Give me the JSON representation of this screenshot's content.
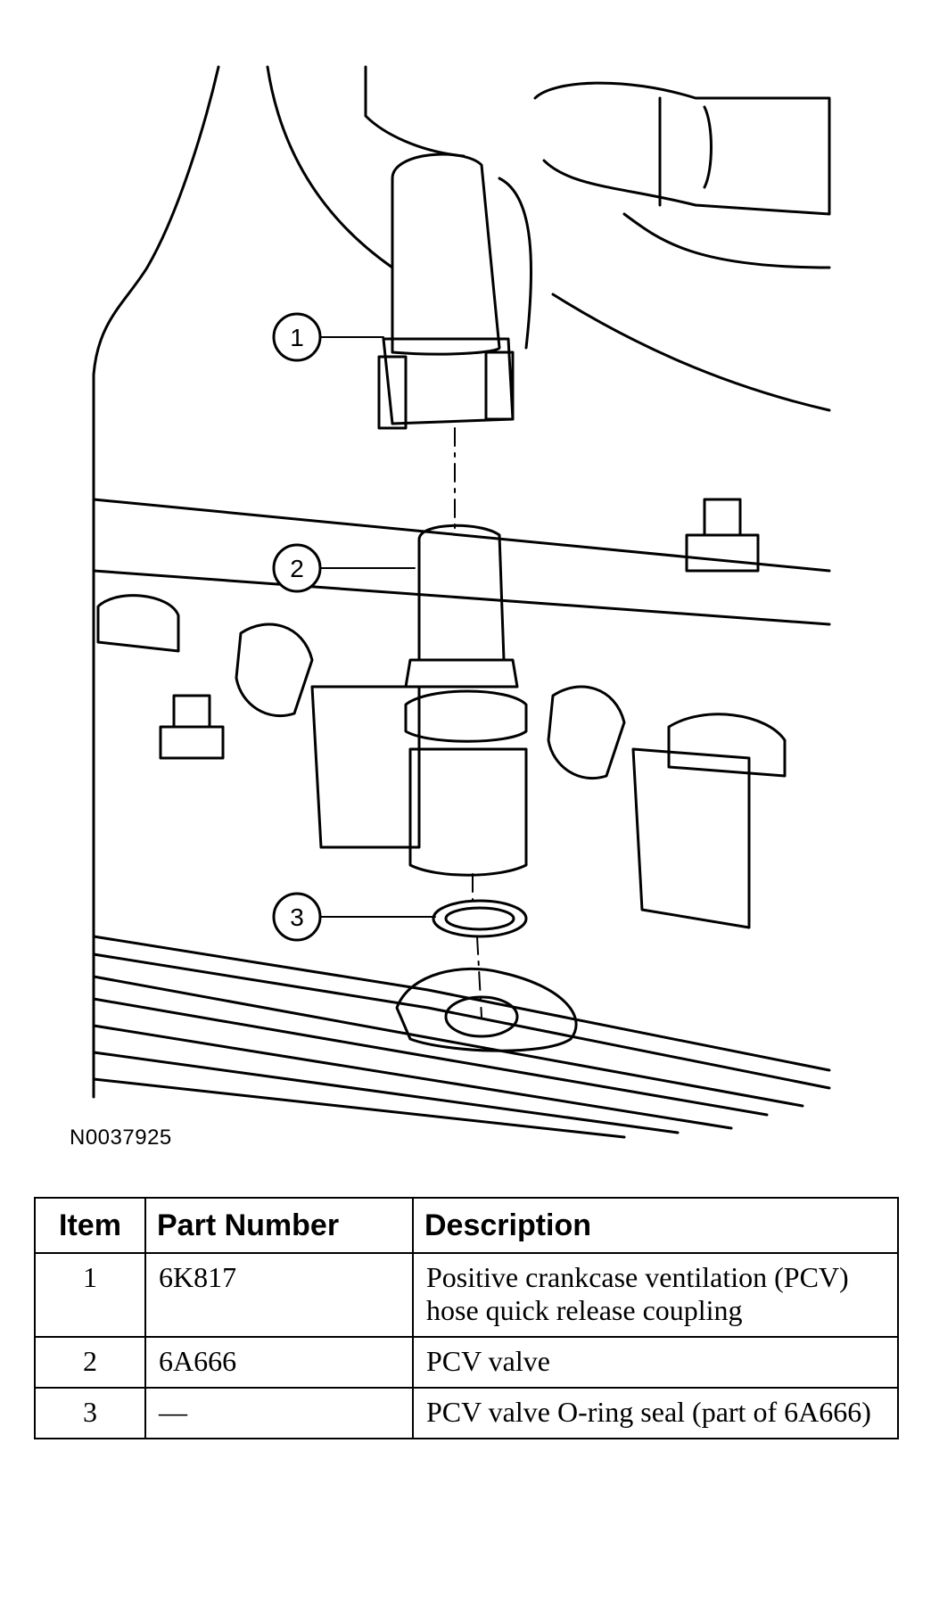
{
  "figure": {
    "callouts": [
      "1",
      "2",
      "3"
    ],
    "figure_id": "N0037925"
  },
  "table": {
    "headers": [
      "Item",
      "Part Number",
      "Description"
    ],
    "rows": [
      {
        "item": "1",
        "part_number": "6K817",
        "description": "Positive crankcase ventilation (PCV) hose quick release coupling"
      },
      {
        "item": "2",
        "part_number": "6A666",
        "description": "PCV valve"
      },
      {
        "item": "3",
        "part_number": "—",
        "description": "PCV valve O-ring seal (part of 6A666)"
      }
    ]
  }
}
